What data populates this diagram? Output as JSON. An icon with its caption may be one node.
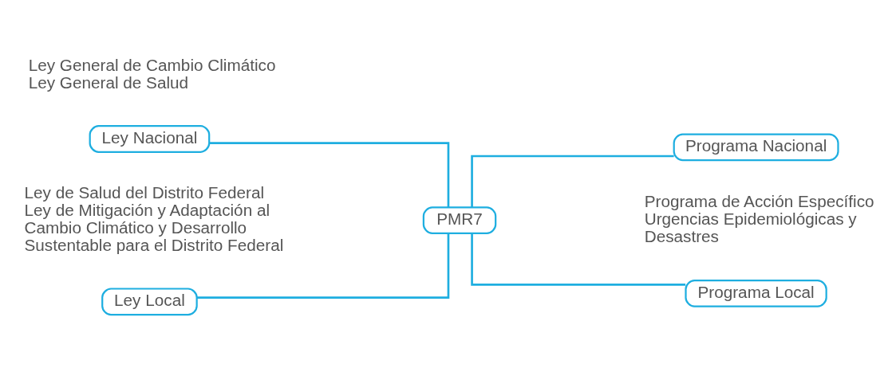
{
  "diagram": {
    "nodes": [
      {
        "text": [
          "PMR7"
        ]
      },
      {
        "text": [
          "Ley Nacional"
        ],
        "beside": [
          "Ley General de Cambio Climático",
          "Ley General de Salud"
        ]
      },
      {
        "text": [
          "Programa Nacional"
        ],
        "beside": [
          "Programa de Acción Específico Urgencias Epidemiológicas y Desastres"
        ]
      },
      {
        "text": [
          "Ley Local"
        ],
        "beside": [
          "Ley de Salud del Distrito Federal",
          "Ley de Mitigación y Adaptación al Cambio Climático y Desarrollo Sustentable para el Distrito Federal"
        ]
      },
      {
        "text": [
          "Programa Local"
        ]
      }
    ],
    "edges": [
      {
        "from": 1,
        "to": 0,
        "arrow": "none",
        "color": "#1eaee0"
      },
      {
        "from": 0,
        "to": 2,
        "arrow": "none",
        "color": "#1eaee0"
      },
      {
        "from": 3,
        "to": 0,
        "arrow": "none",
        "color": "#1eaee0"
      },
      {
        "from": 0,
        "to": 4,
        "arrow": "none",
        "color": "#1eaee0"
      }
    ]
  }
}
